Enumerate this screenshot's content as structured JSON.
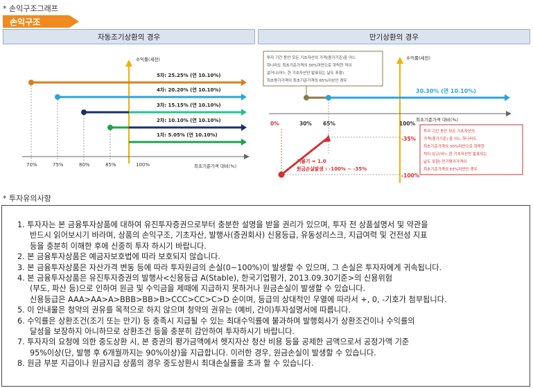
{
  "section1": {
    "title": "* 손익구조그래프",
    "tag": "손익구조"
  },
  "left": {
    "header": "자동조기상환의 경우",
    "y_label": "수익률(세전)",
    "x_label": "최초기준가격 대비(%)",
    "x_ticks": [
      "70%",
      "75%",
      "80%",
      "85%",
      "100%"
    ],
    "levels": [
      {
        "label": "5차: 25.25% (연 10.10%)",
        "color": "#e07b1a"
      },
      {
        "label": "4차: 20.20% (연 10.10%)",
        "color": "#2aa4dc"
      },
      {
        "label": "3차: 15.15% (연 10.10%)",
        "color": "#22c38f"
      },
      {
        "label": "2차: 10.10% (연 10.10%)",
        "color": "#1a2f6e"
      },
      {
        "label": "1차: 5.05% (연 10.10%)",
        "color": "#1fa24a"
      }
    ]
  },
  "right": {
    "header": "만기상환의 경우",
    "y_label": "수익률(세전)",
    "x_label": "최초기준가격 대비(%)",
    "top_ticks": [
      "0%",
      "30%",
      "65%",
      "100%"
    ],
    "high_value": "30.30% (연 10.10%)",
    "y_neg": [
      "-35%",
      "-100%"
    ],
    "box1_lines": [
      "투자 기간 동안 모든 기초자산의 가격(종가기준)중 어느",
      "하나라도 최초기준가격의 30%미만으로 하락한 적이",
      "없거나(어느 한 기초자산만 발표되는 날도 포함)",
      "최초평가가격이 최초기준가격의 65%이상인 경우"
    ],
    "box2_lines": [
      "투자 기간 동안 모든 기초자산의",
      "가격(종가기준) 중 어느 하나라도",
      "최초기준가격의 30%미만으로 하락한",
      "적이 있고(어느 한 기초자산만 발표되는",
      "날도 포함) 만기평가가격이",
      "최초기준가격의 65%미만인 경우"
    ],
    "loss_text1": "기울기 = 1.0",
    "loss_text2": "원금손실발생 : -100% ~ -35%"
  },
  "section2": {
    "title": "* 투자유의사항",
    "items": [
      [
        "1. 투자자는 본 금융투자상품에 대하여 유진투자증권으로부터 충분한 설명을 받을 권리가 있으며, 투자 전 상품설명서 및 약관을",
        "반드시 읽어보시기 바라며, 상품의 손익구조, 기초자산, 발행사(증권회사) 신용등급, 유동성리스크, 지급여력 및 건전성 지표",
        "등을 충분히 이해한 후에 신중히 투자 하시기 바랍니다."
      ],
      [
        "2. 본 금융투자상품은 예금자보호법에 따라 보호되지 않습니다."
      ],
      [
        "3. 본 금융투자상품은 자산가격 변동 등에 따라 투자원금의 손실(0~100%)이 발생할 수 있으며, 그 손실은 투자자에게 귀속됩니다."
      ],
      [
        "4. 본 금융투자상품은 유진투자증권의 발행사<신용등급 A(Stable), 한국기업평가, 2013.09.30기준>의 신용위험",
        "(부도, 파산 등)으로 인하여 원금 및 수익금을 제때에 지급하지 못하거나 원금손실이 발생할 수 있습니다.",
        "신용등급은 AAA>AA>A>BBB>BB>B>CCC>CC>C>D 순이며, 등급의 상대적인 우열에 따라서 +, 0, -기호가 첨부됩니다."
      ],
      [
        "5. 이 안내물은 청약의 권유를 목적으로 하지 않으며 청약의 권유는 (예비, 간이)투자설명서에 따릅니다."
      ],
      [
        "6. 수익률은 상환조건(조기 또는 만기) 등 충족시 지급될 수 있는 최대수익률에 불과하며 발행회사가 상환조건이나 수익률의",
        "달성을 보장하지 아니하므로 상환조건 등을 충분히 감안하여 투자하시기 바랍니다."
      ],
      [
        "7. 투자자의 요청에 의한 중도상환 시, 본 증권의 평가금액에서 헷지자산 청산 비용 등을 공제한 금액으로서 공정가액 기준",
        "95%이상(단, 발행 후 6개월까지는 90%이상)을 지급합니다. 이러한 경우, 원금손실이 발생할 수 있습니다."
      ],
      [
        "8. 원금 부분 지급이나 원금지급 상품의 경우 중도상환시 최대손실률을 초과 할 수 있습니다."
      ]
    ]
  }
}
